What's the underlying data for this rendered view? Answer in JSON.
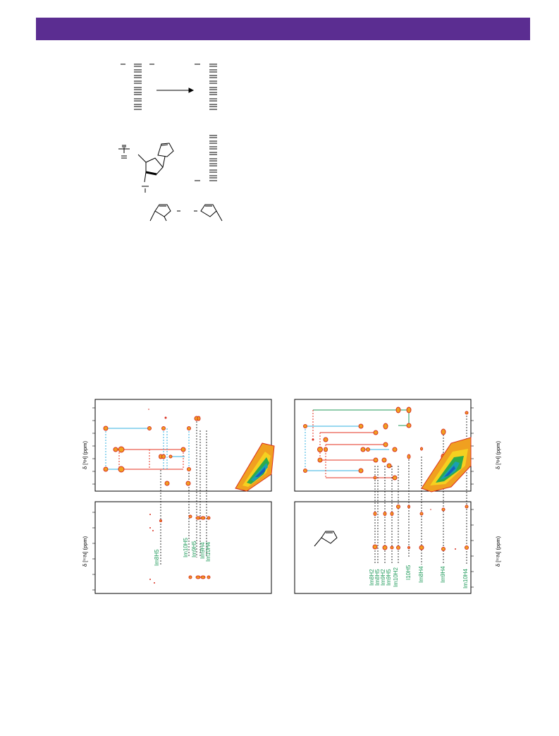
{
  "colors": {
    "banner": "#5b2d91",
    "label_green": "#1f9a5a",
    "line_red": "#e53322",
    "line_blue": "#33b0e0",
    "line_green": "#1f9a5a",
    "peak_orange": "#f0a020",
    "peak_red": "#d93020"
  },
  "top_panel": {
    "axis_1h": "δ [¹H] (ppm)",
    "axis_15n": "δ [¹⁵N] (ppm)",
    "peak_labels": [
      "Im8H5",
      "Im10H5",
      "Im9H5",
      "Im9H4",
      "Im10H4"
    ]
  },
  "bottom_panel": {
    "axis_1h": "δ [¹H] (ppm)",
    "axis_15n": "δ [¹⁵N] (ppm)",
    "peak_labels": [
      "Im8H2",
      "Im8H5",
      "Im9H2",
      "Im9H5",
      "Im10H2",
      "I10H5",
      "Im8H4",
      "Im9H4",
      "Im10H4"
    ]
  }
}
